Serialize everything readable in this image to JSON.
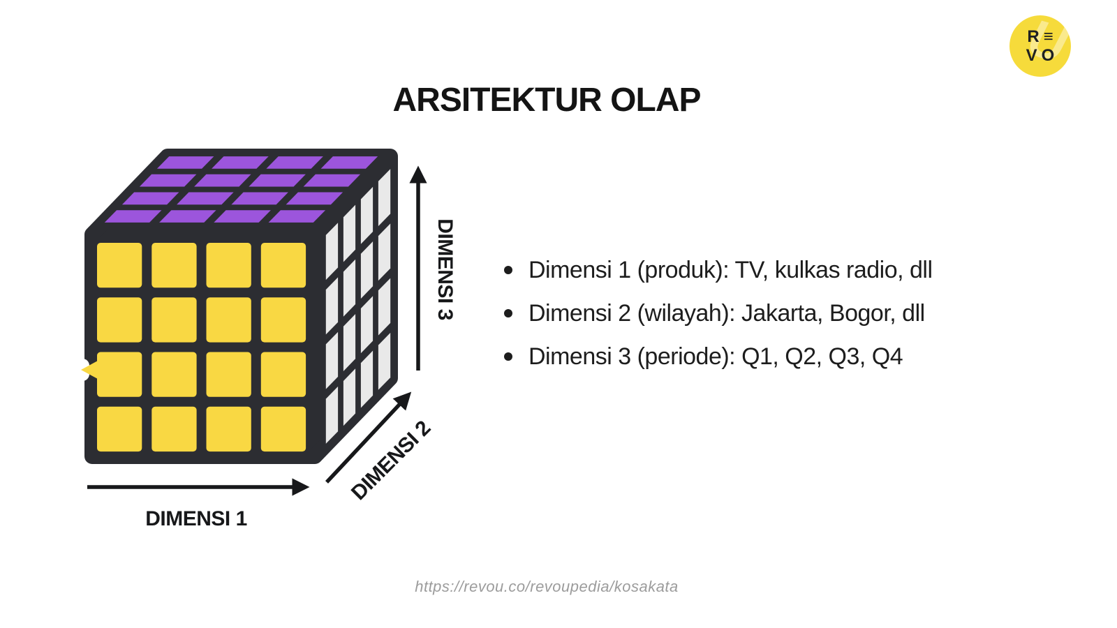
{
  "title": "ARSITEKTUR OLAP",
  "logo": {
    "row1": "R≡",
    "row2": "VO",
    "watermark": "U",
    "circle_color": "#F6DB3B",
    "letter_color": "#1F2022"
  },
  "cube": {
    "rows": 4,
    "cols": 4,
    "depth_cells": 4,
    "front_color": "#F9D843",
    "top_color": "#9C55DC",
    "side_color": "#E9E9E9",
    "outline_color": "#2C2D32",
    "notch_color": "#FFFFFF"
  },
  "axes": {
    "dim1": "DIMENSI 1",
    "dim2": "DIMENSI 2",
    "dim3": "DIMENSI 3"
  },
  "bullets": [
    "Dimensi 1 (produk): TV, kulkas radio, dll",
    "Dimensi 2 (wilayah): Jakarta, Bogor, dll",
    "Dimensi 3 (periode): Q1, Q2, Q3, Q4"
  ],
  "footer": {
    "url": "https://revou.co/revoupedia/kosakata"
  }
}
